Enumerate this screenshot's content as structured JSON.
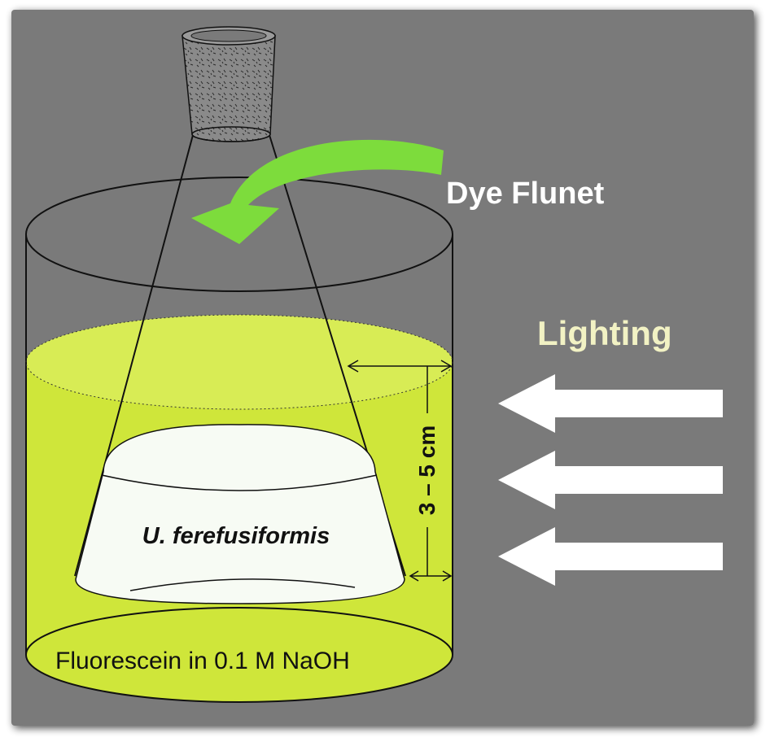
{
  "labels": {
    "dye_flunet": "Dye Flunet",
    "lighting": "Lighting",
    "species": "U. ferefusiformis",
    "solution": "Fluorescein in 0.1 M NaOH",
    "depth": "3 – 5 cm"
  },
  "colors": {
    "background": "#7a7a7a",
    "frame_shadow": "#3a3a3a",
    "solution_fill": "#cfe63a",
    "solution_surface": "#d8ec55",
    "green_arrow": "#7ddc3c",
    "lighting_text": "#f2f2c4",
    "white_text": "#ffffff",
    "culture_fill": "#f7fbf4",
    "outline": "#111111"
  },
  "icons": {
    "curved_arrow": "curved-arrow-icon",
    "light_arrow": "left-arrow-icon"
  },
  "lighting_arrow_count": 3
}
